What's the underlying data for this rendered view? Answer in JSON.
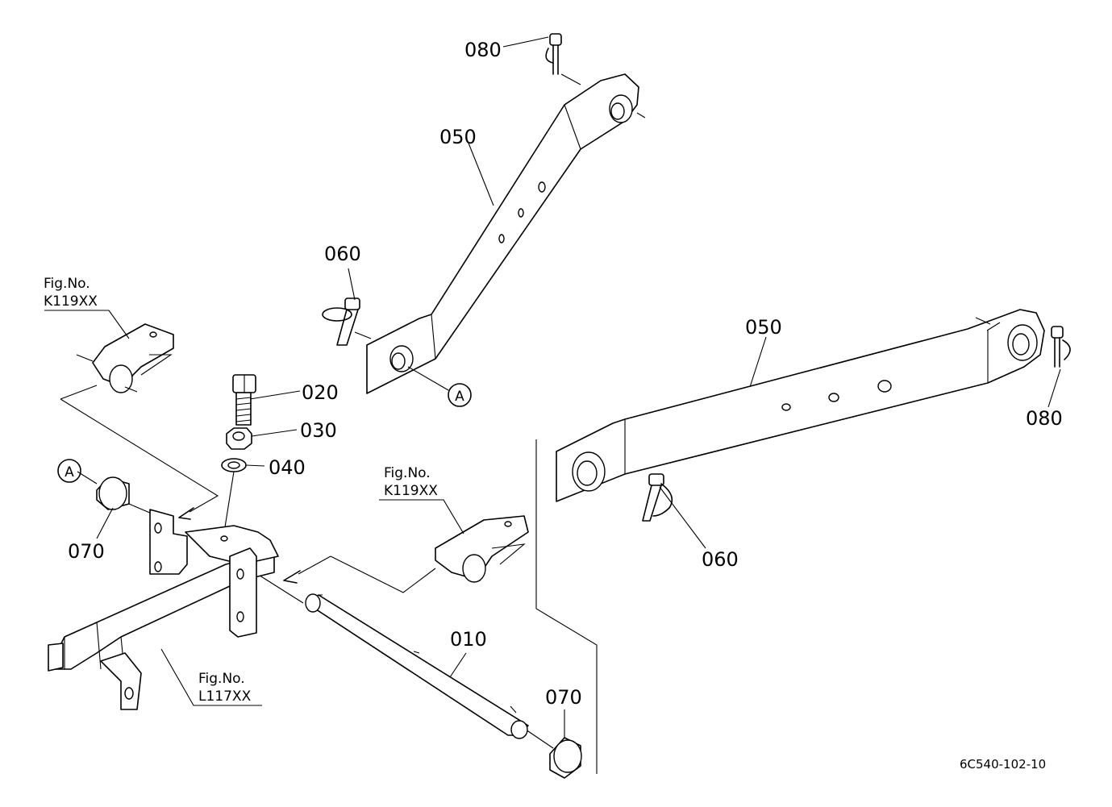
{
  "part_labels": {
    "pin_010": "010",
    "bolt_020": "020",
    "nut_030": "030",
    "washer_040": "040",
    "link_050_upper": "050",
    "link_050_lower": "050",
    "pin_060_upper": "060",
    "pin_060_lower": "060",
    "bushing_070_left": "070",
    "bushing_070_right": "070",
    "clip_080_upper": "080",
    "clip_080_lower": "080"
  },
  "reference_marks": {
    "a_upper": "A",
    "a_left": "A"
  },
  "figure_refs": [
    {
      "line1": "Fig.No.",
      "line2": "K119XX"
    },
    {
      "line1": "Fig.No.",
      "line2": "K119XX"
    },
    {
      "line1": "Fig.No.",
      "line2": "L117XX"
    }
  ],
  "diagram_code": "6C540-102-10"
}
